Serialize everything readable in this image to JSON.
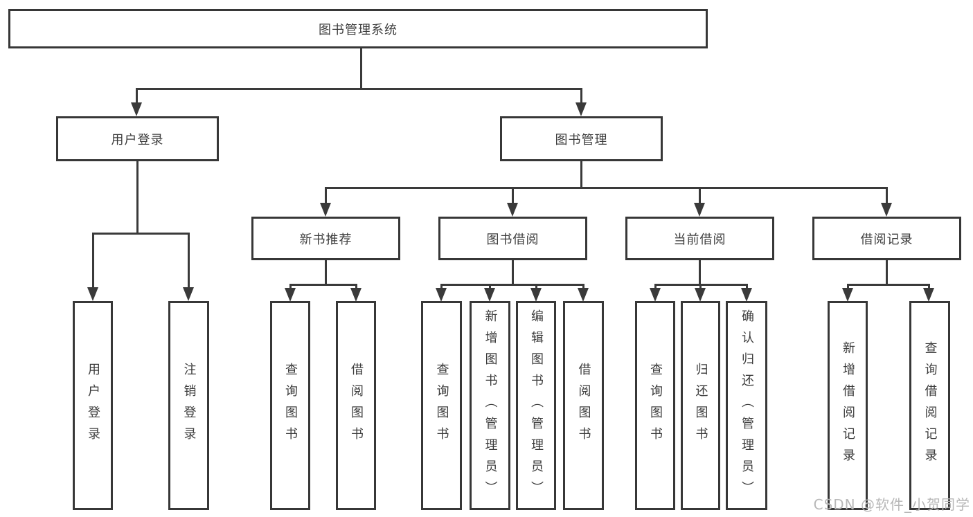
{
  "diagram": {
    "type": "tree",
    "root": {
      "label": "图书管理系统",
      "children": [
        {
          "label": "用户登录",
          "children": [
            {
              "label": "用户登录"
            },
            {
              "label": "注销登录"
            }
          ]
        },
        {
          "label": "图书管理",
          "children": [
            {
              "label": "新书推荐",
              "children": [
                {
                  "label": "查询图书"
                },
                {
                  "label": "借阅图书"
                }
              ]
            },
            {
              "label": "图书借阅",
              "children": [
                {
                  "label": "查询图书"
                },
                {
                  "label": "新增图书（管理员）"
                },
                {
                  "label": "编辑图书（管理员）"
                },
                {
                  "label": "借阅图书"
                }
              ]
            },
            {
              "label": "当前借阅",
              "children": [
                {
                  "label": "查询图书"
                },
                {
                  "label": "归还图书"
                },
                {
                  "label": "确认归还（管理员）"
                }
              ]
            },
            {
              "label": "借阅记录",
              "children": [
                {
                  "label": "新增借阅记录"
                },
                {
                  "label": "查询借阅记录"
                }
              ]
            }
          ]
        }
      ]
    }
  },
  "watermark": {
    "text": "CSDN @软件_小贺同学"
  },
  "colors": {
    "background": "#ffffff",
    "box_border": "#373737",
    "text": "#3c3c3c",
    "connector": "#3a3a3a",
    "watermark": "#b8b8b8"
  }
}
